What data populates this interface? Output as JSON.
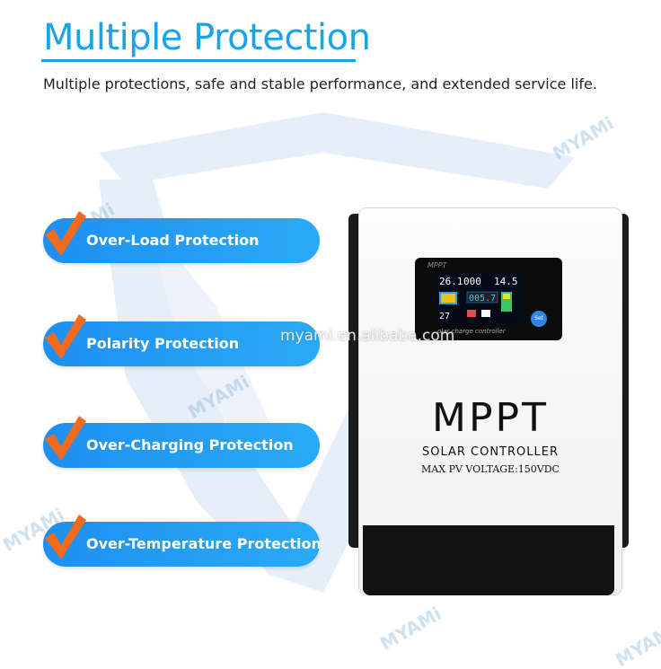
{
  "header": {
    "title": "Multiple Protection",
    "subtitle": "Multiple protections, safe and stable performance, and extended service life."
  },
  "features": [
    {
      "label": "Over-Load Protection",
      "icon": "check-icon"
    },
    {
      "label": "Polarity Protection",
      "icon": "check-icon"
    },
    {
      "label": "Over-Charging Protection",
      "icon": "check-icon"
    },
    {
      "label": "Over-Temperature Protection",
      "icon": "check-icon"
    }
  ],
  "device": {
    "title": "MPPT",
    "subtitle": "SOLAR CONTROLLER",
    "voltage": "MAX PV VOLTAGE:150VDC",
    "lcd_brand": "MPPT",
    "lcd_caption": "olar charge controller",
    "lcd_pv_voltage": "26.1",
    "lcd_current": "000",
    "lcd_battery_voltage": "14.5",
    "lcd_energy": "005.7",
    "lcd_temp": "27",
    "button_label": "Set"
  },
  "watermark": {
    "brand": "MYAMi",
    "url": "myami.en.alibaba.com"
  },
  "colors": {
    "accent": "#1aa3e8",
    "pill": "#2196f3",
    "check": "#f26a1b"
  }
}
